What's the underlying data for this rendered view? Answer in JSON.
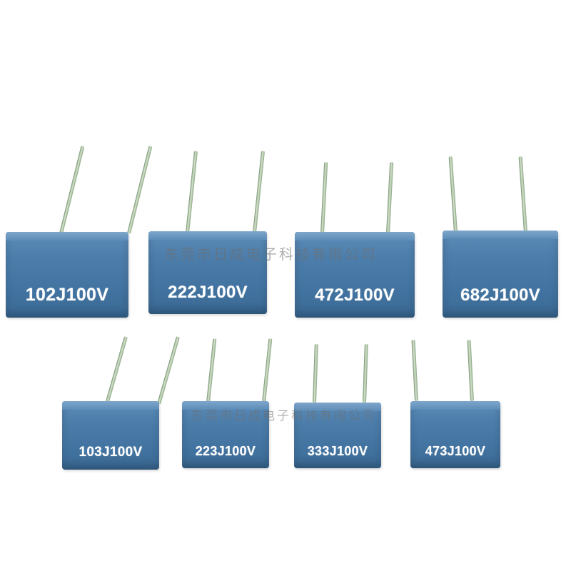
{
  "capacitors": [
    {
      "label": "102J100V"
    },
    {
      "label": "222J100V"
    },
    {
      "label": "472J100V"
    },
    {
      "label": "682J100V"
    },
    {
      "label": "103J100V"
    },
    {
      "label": "223J100V"
    },
    {
      "label": "333J100V"
    },
    {
      "label": "473J100V"
    }
  ],
  "watermark": "东莞市日成电子科技有限公司",
  "colors": {
    "body": "#4a7aa8",
    "lead": "#b9cdb0",
    "label": "#ffffff",
    "background": "#ffffff"
  }
}
